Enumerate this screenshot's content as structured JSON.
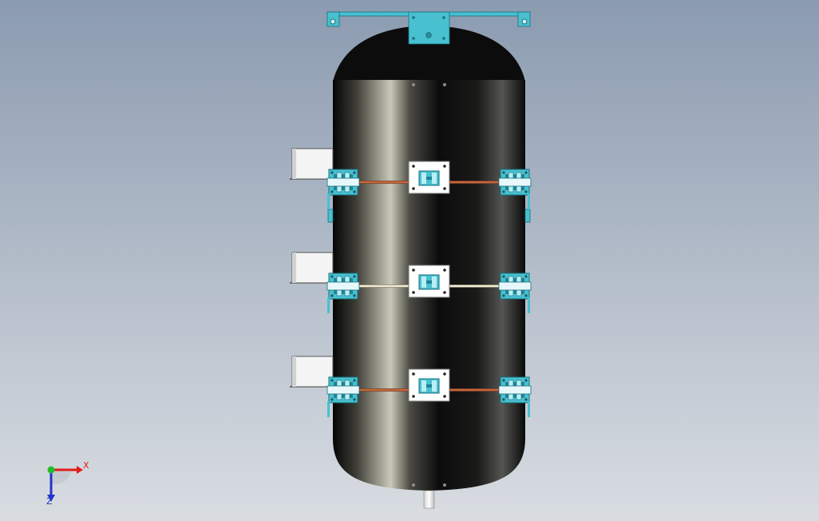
{
  "viewport": {
    "background_top": "#8b9bb0",
    "background_bottom": "#d9dde2"
  },
  "colors": {
    "hardware": "#49c0cf",
    "hardware_dark": "#17707f",
    "tank_black": "#0c0c0c",
    "plate_white": "#ffffff",
    "box_white": "#f4f4f4",
    "rod_pale": "#f2efd6",
    "rod_orange": "#c8653a",
    "axis_x": "#e21b1b",
    "axis_y": "#1fbf2a",
    "axis_z": "#2233cc"
  },
  "assembly": {
    "clamp_band_count": 3,
    "rod_colors": [
      "rod_orange",
      "rod_pale",
      "rod_orange"
    ]
  },
  "triad": {
    "x_label": "X",
    "z_label": "Z"
  }
}
